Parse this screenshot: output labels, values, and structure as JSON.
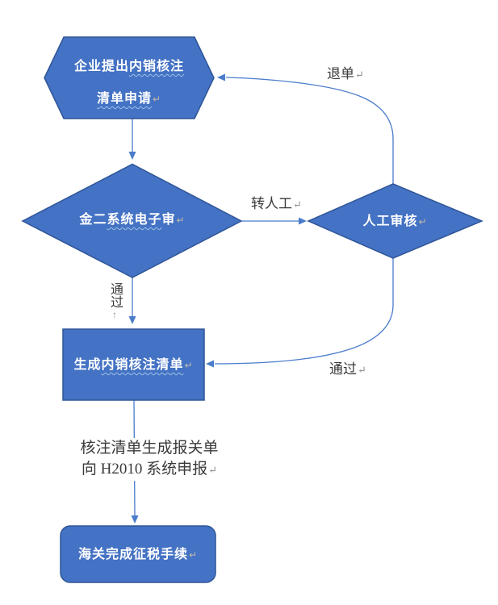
{
  "colors": {
    "background": "#FFFFFF",
    "shape_fill": "#4472C4",
    "shape_border": "#2F5597",
    "shape_text": "#FFFFFF",
    "connector": "#4A7CCB",
    "label_text": "#3A3A3A",
    "return_mark_dark": "#8F8F8F",
    "return_mark_light": "#C3BBAB",
    "wavy_underline": "#9DC3E6"
  },
  "nodes": {
    "apply": {
      "shape": "hexagon",
      "line1": {
        "pre": "企业提出",
        "wavy": "内销核注"
      },
      "line2": {
        "wavy": "清单申请",
        "ret": "↵"
      }
    },
    "e_review": {
      "shape": "diamond",
      "pre": "金二",
      "wavy": "系统电子",
      "post": "审",
      "ret": "↵"
    },
    "manual_review": {
      "shape": "diamond",
      "pre": "人工审核",
      "ret": "↵"
    },
    "generate_list": {
      "shape": "rectangle",
      "pre": "生成",
      "wavy": "内销核注清单",
      "ret": "↵"
    },
    "customs_tax": {
      "shape": "rounded-rectangle",
      "pre": "海关完成征税手续",
      "ret": "↵"
    }
  },
  "edge_labels": {
    "return_order": {
      "text": "退单",
      "ret": "↵"
    },
    "to_manual": {
      "text": "转人工",
      "ret": "↵"
    },
    "pass_vertical": {
      "text": "通过",
      "ret": "↑"
    },
    "pass_manual": {
      "text": "通过",
      "ret": "↵"
    },
    "declare_note": {
      "line1": "核注清单生成报关单",
      "line2": "向 H2010 系统申报",
      "ret": "↵"
    }
  }
}
